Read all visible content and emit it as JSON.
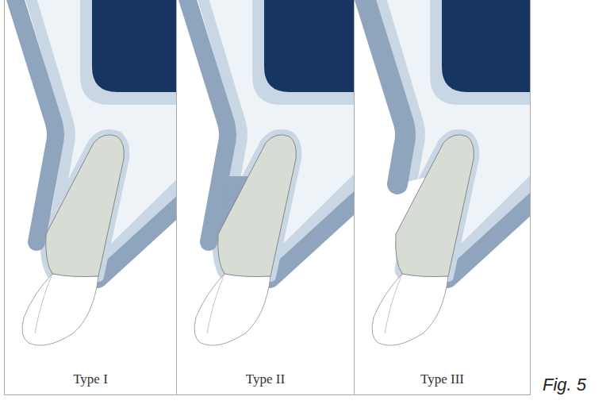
{
  "diagram": {
    "nodes": [
      {
        "text": [
          "Type I"
        ]
      },
      {
        "text": [
          "Type II"
        ]
      },
      {
        "text": [
          "Type III"
        ]
      }
    ],
    "labels": [
      "Fig. 5"
    ]
  }
}
